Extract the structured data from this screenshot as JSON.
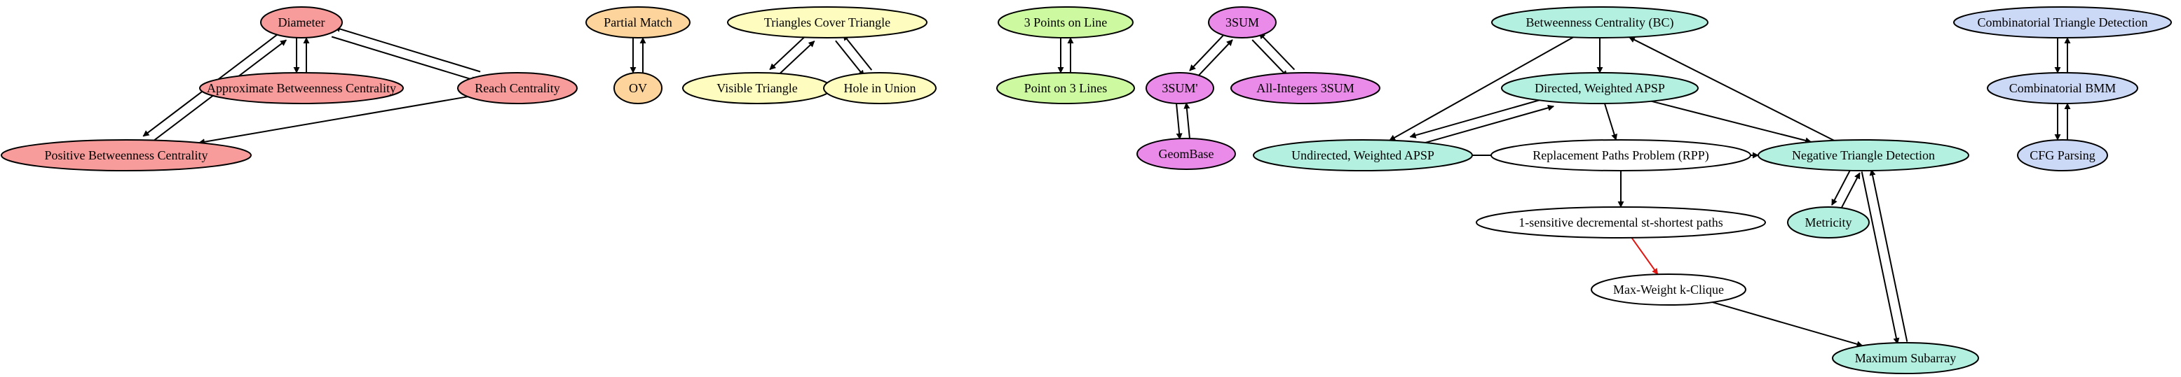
{
  "colors": {
    "red": "#f79b9b",
    "orange": "#fdd49c",
    "yellow": "#fefcbe",
    "green": "#cdf9a0",
    "magenta": "#ea8ae9",
    "teal": "#b3f0e0",
    "blue": "#ccd9f6",
    "white": "#ffffff",
    "edge_default": "#000000",
    "edge_highlight": "#e3140f"
  },
  "nodes": [
    {
      "id": "diameter",
      "label": "Diameter",
      "color": "red"
    },
    {
      "id": "abc",
      "label": "Approximate Betweenness Centrality",
      "color": "red"
    },
    {
      "id": "reach",
      "label": "Reach Centrality",
      "color": "red"
    },
    {
      "id": "pbc",
      "label": "Positive Betweenness Centrality",
      "color": "red"
    },
    {
      "id": "pm",
      "label": "Partial Match",
      "color": "orange"
    },
    {
      "id": "ov",
      "label": "OV",
      "color": "orange"
    },
    {
      "id": "tct",
      "label": "Triangles Cover Triangle",
      "color": "yellow"
    },
    {
      "id": "vt",
      "label": "Visible Triangle",
      "color": "yellow"
    },
    {
      "id": "hiu",
      "label": "Hole in Union",
      "color": "yellow"
    },
    {
      "id": "p3l",
      "label": "3 Points on Line",
      "color": "green"
    },
    {
      "id": "po3",
      "label": "Point on 3 Lines",
      "color": "green"
    },
    {
      "id": "sum3",
      "label": "3SUM",
      "color": "magenta"
    },
    {
      "id": "sum3p",
      "label": "3SUM'",
      "color": "magenta"
    },
    {
      "id": "allint",
      "label": "All-Integers 3SUM",
      "color": "magenta"
    },
    {
      "id": "geom",
      "label": "GeomBase",
      "color": "magenta"
    },
    {
      "id": "bc",
      "label": "Betweenness Centrality (BC)",
      "color": "teal"
    },
    {
      "id": "dw",
      "label": "Directed, Weighted APSP",
      "color": "teal"
    },
    {
      "id": "uw",
      "label": "Undirected, Weighted APSP",
      "color": "teal"
    },
    {
      "id": "rpp",
      "label": "Replacement Paths Problem (RPP)",
      "color": "white"
    },
    {
      "id": "ntd",
      "label": "Negative Triangle Detection",
      "color": "teal"
    },
    {
      "id": "one",
      "label": "1-sensitive decremental st-shortest paths",
      "color": "white"
    },
    {
      "id": "metric",
      "label": "Metricity",
      "color": "teal"
    },
    {
      "id": "mwk",
      "label": "Max-Weight k-Clique",
      "color": "white"
    },
    {
      "id": "msub",
      "label": "Maximum Subarray",
      "color": "teal"
    },
    {
      "id": "ctd",
      "label": "Combinatorial Triangle Detection",
      "color": "blue"
    },
    {
      "id": "bmm",
      "label": "Combinatorial BMM",
      "color": "blue"
    },
    {
      "id": "cfg",
      "label": "CFG Parsing",
      "color": "blue"
    }
  ],
  "edges": [
    {
      "from": "diameter",
      "to": "abc"
    },
    {
      "from": "abc",
      "to": "diameter"
    },
    {
      "from": "diameter",
      "to": "reach"
    },
    {
      "from": "reach",
      "to": "diameter"
    },
    {
      "from": "diameter",
      "to": "pbc"
    },
    {
      "from": "pbc",
      "to": "diameter"
    },
    {
      "from": "reach",
      "to": "pbc"
    },
    {
      "from": "pm",
      "to": "ov"
    },
    {
      "from": "ov",
      "to": "pm"
    },
    {
      "from": "tct",
      "to": "vt"
    },
    {
      "from": "vt",
      "to": "tct"
    },
    {
      "from": "tct",
      "to": "hiu"
    },
    {
      "from": "hiu",
      "to": "tct"
    },
    {
      "from": "p3l",
      "to": "po3"
    },
    {
      "from": "po3",
      "to": "p3l"
    },
    {
      "from": "sum3",
      "to": "sum3p"
    },
    {
      "from": "sum3p",
      "to": "sum3"
    },
    {
      "from": "sum3",
      "to": "allint"
    },
    {
      "from": "allint",
      "to": "sum3"
    },
    {
      "from": "sum3p",
      "to": "geom"
    },
    {
      "from": "geom",
      "to": "sum3p"
    },
    {
      "from": "bc",
      "to": "dw"
    },
    {
      "from": "bc",
      "to": "uw"
    },
    {
      "from": "dw",
      "to": "uw"
    },
    {
      "from": "uw",
      "to": "dw"
    },
    {
      "from": "dw",
      "to": "rpp"
    },
    {
      "from": "dw",
      "to": "ntd"
    },
    {
      "from": "uw",
      "to": "ntd"
    },
    {
      "from": "ntd",
      "to": "bc"
    },
    {
      "from": "rpp",
      "to": "one"
    },
    {
      "from": "one",
      "to": "mwk",
      "highlight": true
    },
    {
      "from": "mwk",
      "to": "msub"
    },
    {
      "from": "ntd",
      "to": "metric"
    },
    {
      "from": "metric",
      "to": "ntd"
    },
    {
      "from": "ntd",
      "to": "msub"
    },
    {
      "from": "msub",
      "to": "ntd"
    },
    {
      "from": "ctd",
      "to": "bmm"
    },
    {
      "from": "bmm",
      "to": "ctd"
    },
    {
      "from": "bmm",
      "to": "cfg"
    },
    {
      "from": "cfg",
      "to": "bmm"
    }
  ]
}
